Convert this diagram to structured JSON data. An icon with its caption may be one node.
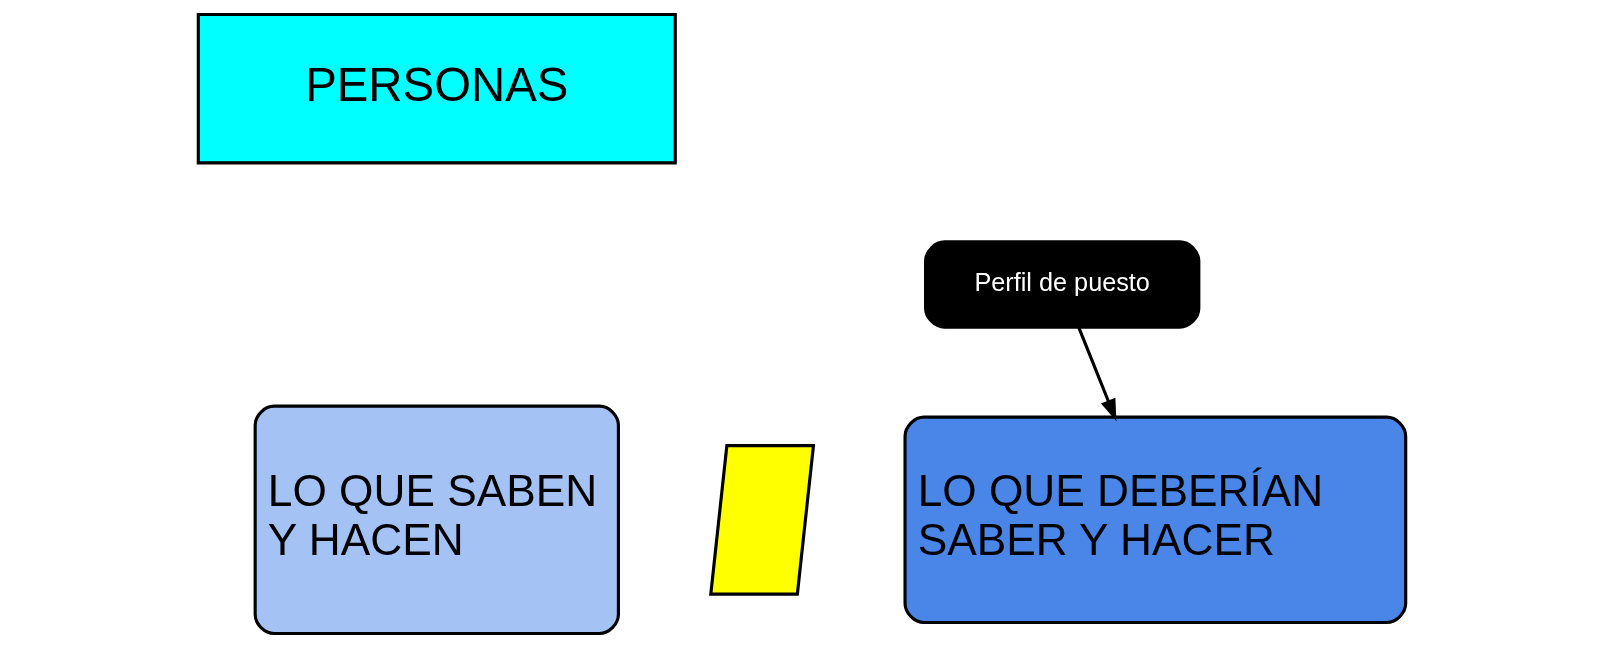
{
  "diagram": {
    "nodes": [
      {
        "text": [
          "PERSONAS"
        ]
      },
      {
        "text": [
          "LO QUE SABEN Y HACEN"
        ]
      },
      {
        "text": [],
        "shape": "symbol"
      },
      {
        "text": [
          "LO QUE DEBERÍAN SABER Y HACER"
        ]
      },
      {
        "text": [
          "Perfil de puesto"
        ]
      }
    ],
    "edges": [
      {
        "from": 4,
        "to": 3,
        "arrow": "to"
      }
    ]
  }
}
